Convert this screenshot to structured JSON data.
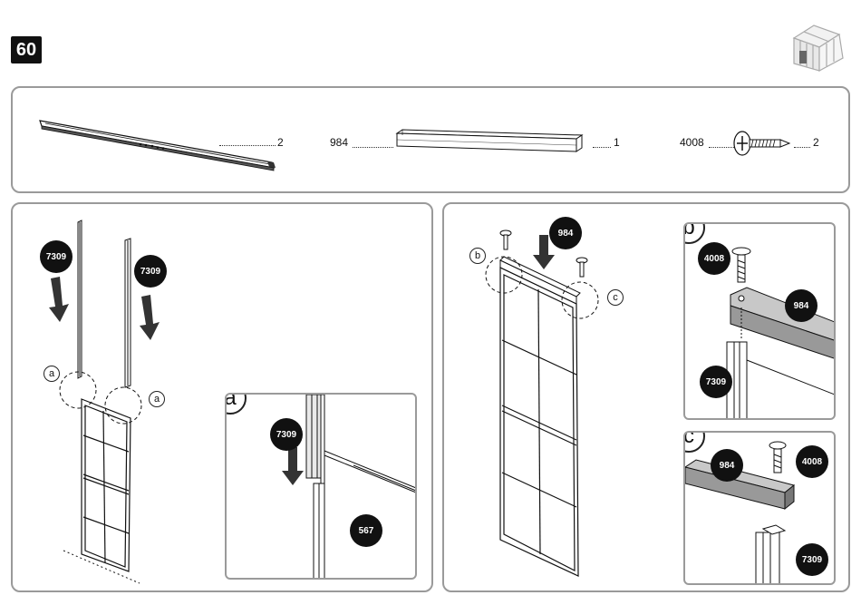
{
  "step": {
    "number": "60"
  },
  "parts": {
    "rail": {
      "qty": "2"
    },
    "profile": {
      "code": "984",
      "qty": "1"
    },
    "screw": {
      "code": "4008",
      "qty": "2"
    }
  },
  "left_panel": {
    "bubbles": [
      "7309",
      "7309"
    ],
    "callouts": [
      "a",
      "a"
    ],
    "inset_a": {
      "letter": "a",
      "bubble_top": "7309",
      "bubble_bottom": "567"
    }
  },
  "right_panel": {
    "bubble_main": "984",
    "callouts": [
      "b",
      "c"
    ],
    "inset_b": {
      "letter": "b",
      "screw": "4008",
      "profile": "984",
      "post": "7309"
    },
    "inset_c": {
      "letter": "c",
      "screw": "4008",
      "profile": "984",
      "post": "7309"
    }
  },
  "icons": [
    "greenhouse-icon",
    "screw-icon",
    "arrow-down-icon"
  ]
}
